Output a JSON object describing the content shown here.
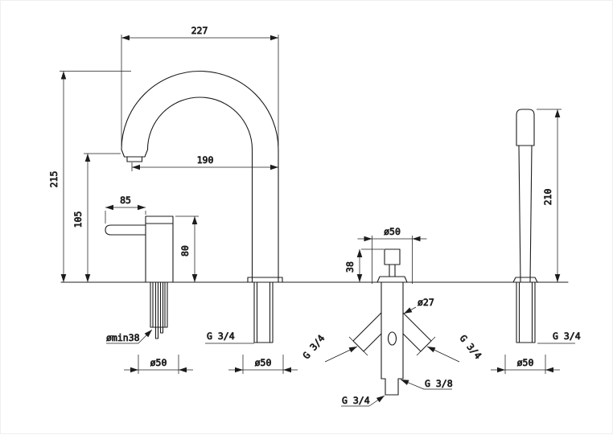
{
  "colors": {
    "line": "#1c1c1c",
    "background": "#ffffff"
  },
  "labels": {
    "spout_width": "227",
    "spout_reach": "190",
    "spout_height": "215",
    "outlet_height": "105",
    "lever_length": "85",
    "handle_height": "80",
    "handle_min_hole": "ømin38",
    "handle_deck_hole": "ø50",
    "spout_thread": "G 3/4",
    "spout_deck_hole": "ø50",
    "diverter_top_diameter": "ø50",
    "diverter_knob_height": "38",
    "diverter_body_diameter": "ø27",
    "diverter_left_port": "G 3/4",
    "diverter_right_port": "G 3/4",
    "diverter_bottom_side_port": "G 3/8",
    "diverter_bottom_port": "G 3/4",
    "shower_height": "210",
    "shower_thread": "G 3/4",
    "shower_deck_hole": "ø50"
  }
}
